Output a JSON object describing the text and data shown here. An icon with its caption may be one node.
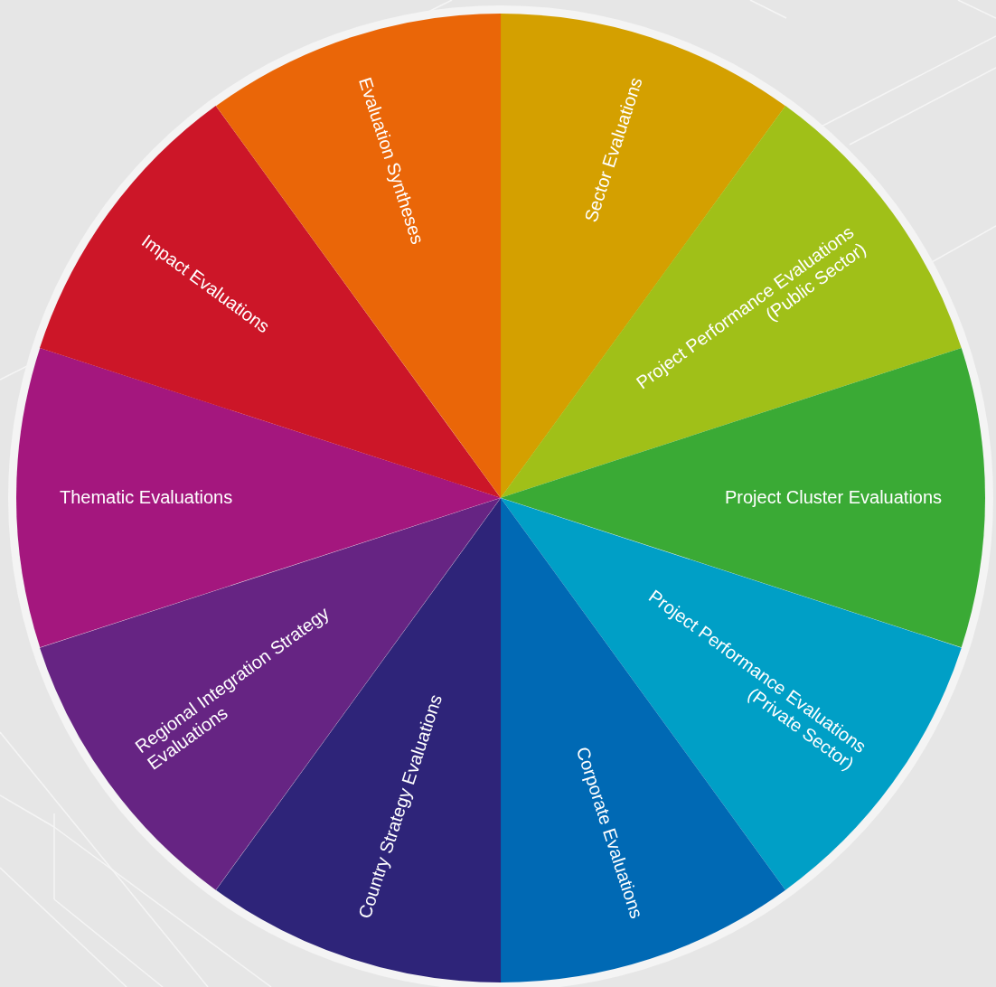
{
  "diagram": {
    "nodes": [
      {
        "text": [
          "Sector Evaluations"
        ]
      },
      {
        "text": [
          "Project Performance Evaluations (Public Sector)"
        ]
      },
      {
        "text": [
          "Project Cluster Evaluations"
        ]
      },
      {
        "text": [
          "Project Performance Evaluations (Private Sector)"
        ]
      },
      {
        "text": [
          "Corporate Evaluations"
        ]
      },
      {
        "text": [
          "Country Strategy Evaluations"
        ]
      },
      {
        "text": [
          "Regional Integration Strategy Evaluations"
        ]
      },
      {
        "text": [
          "Thematic Evaluations"
        ]
      },
      {
        "text": [
          "Impact Evaluations"
        ]
      },
      {
        "text": [
          "Evaluation Syntheses"
        ]
      }
    ]
  }
}
